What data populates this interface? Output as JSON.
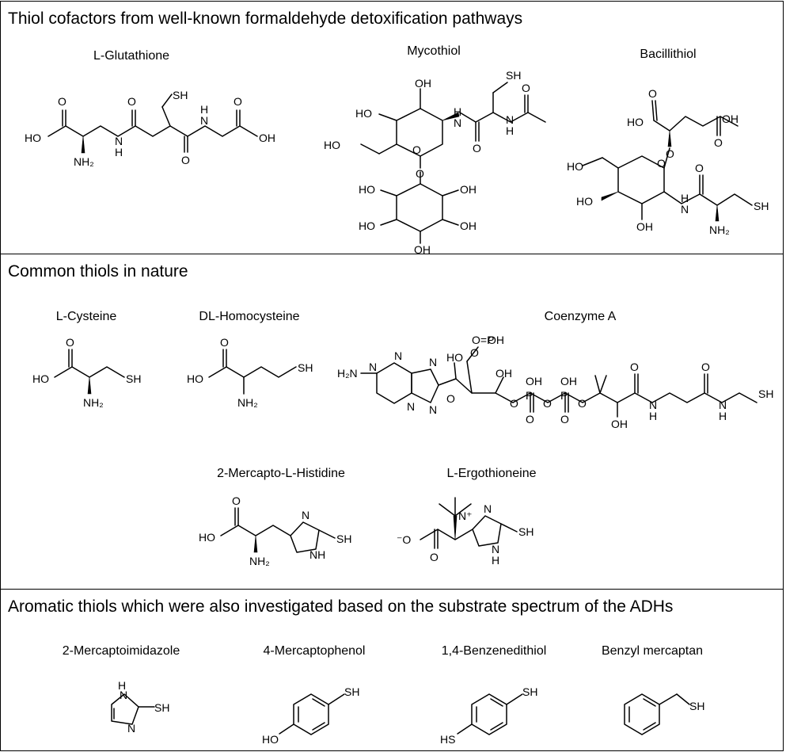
{
  "panels": [
    {
      "title": "Thiol cofactors from well-known formaldehyde detoxification pathways",
      "compounds": [
        "L-Glutathione",
        "Mycothiol",
        "Bacillithiol"
      ]
    },
    {
      "title": "Common thiols in nature",
      "compounds": [
        "L-Cysteine",
        "DL-Homocysteine",
        "Coenzyme A",
        "2-Mercapto-L-Histidine",
        "L-Ergothioneine"
      ]
    },
    {
      "title": "Aromatic thiols which were also investigated based on the substrate spectrum of the ADHs",
      "compounds": [
        "2-Mercaptoimidazole",
        "4-Mercaptophenol",
        "1,4-Benzenedithiol",
        "Benzyl mercaptan"
      ]
    }
  ],
  "atom_labels": {
    "oh": "OH",
    "ho": "HO",
    "nh2": "NH₂",
    "sh": "SH",
    "hs": "HS",
    "o": "O",
    "h": "H",
    "n": "N",
    "nh": "NH",
    "p": "P",
    "nplus": "N⁺",
    "ominus": "⁻O",
    "h2n": "H₂N",
    "oxyh": "O=P"
  }
}
